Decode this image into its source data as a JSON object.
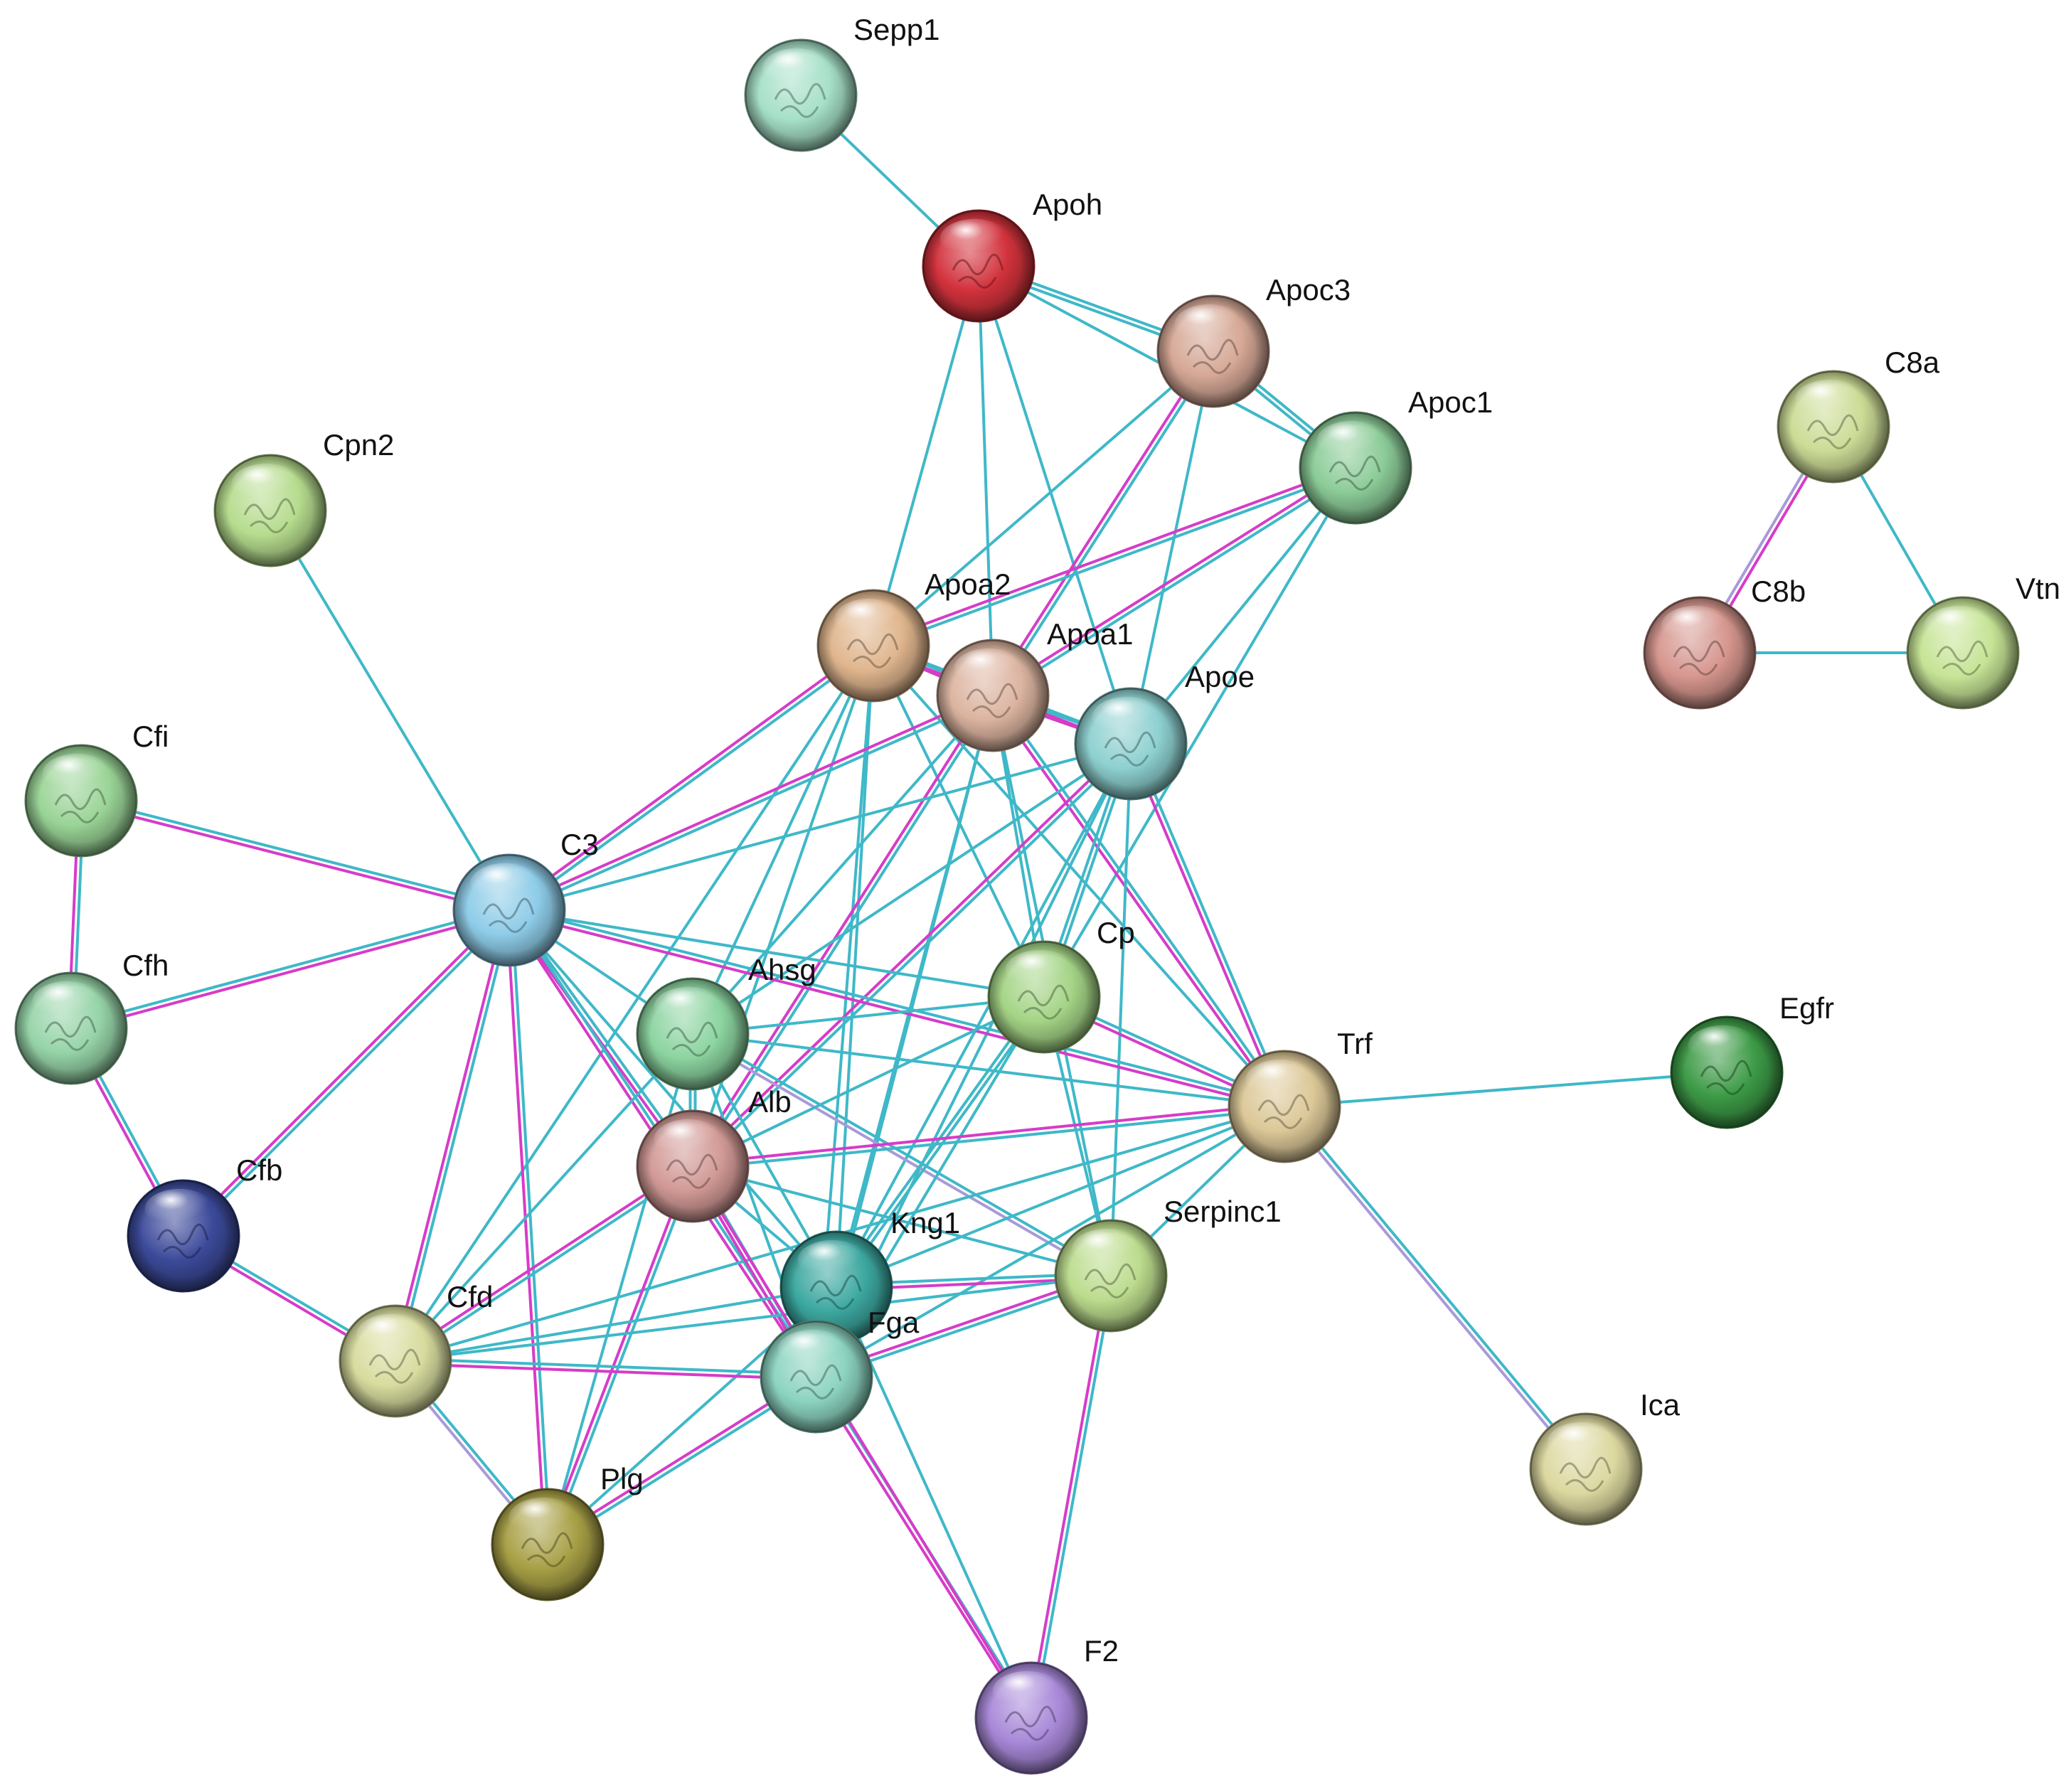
{
  "network": {
    "nodes": [
      {
        "id": "Sepp1",
        "label": "Sepp1",
        "color": "#a6e0c8",
        "icon": "protein-structure-icon"
      },
      {
        "id": "Apoh",
        "label": "Apoh",
        "color": "#d2323c",
        "icon": "protein-structure-icon"
      },
      {
        "id": "Apoc3",
        "label": "Apoc3",
        "color": "#d6a896",
        "icon": "protein-structure-icon"
      },
      {
        "id": "Apoc1",
        "label": "Apoc1",
        "color": "#8ccc98",
        "icon": "protein-structure-icon"
      },
      {
        "id": "Cpn2",
        "label": "Cpn2",
        "color": "#b6dc8e",
        "icon": "protein-structure-icon"
      },
      {
        "id": "Apoa2",
        "label": "Apoa2",
        "color": "#e0b68e",
        "icon": "protein-structure-icon"
      },
      {
        "id": "Apoa1",
        "label": "Apoa1",
        "color": "#dcb4a0",
        "icon": "protein-structure-icon"
      },
      {
        "id": "Apoe",
        "label": "Apoe",
        "color": "#8ed0d0",
        "icon": "protein-structure-icon"
      },
      {
        "id": "C8a",
        "label": "C8a",
        "color": "#ccdc96",
        "icon": "protein-structure-icon"
      },
      {
        "id": "C8b",
        "label": "C8b",
        "color": "#d6968e",
        "icon": "protein-structure-icon"
      },
      {
        "id": "Vtn",
        "label": "Vtn",
        "color": "#c6e496",
        "icon": "protein-structure-icon"
      },
      {
        "id": "Cfi",
        "label": "Cfi",
        "color": "#9ad496",
        "icon": "protein-structure-icon"
      },
      {
        "id": "C3",
        "label": "C3",
        "color": "#8ecce8",
        "icon": "protein-structure-icon"
      },
      {
        "id": "Cfh",
        "label": "Cfh",
        "color": "#96d4a8",
        "icon": "protein-structure-icon"
      },
      {
        "id": "Ahsg",
        "label": "Ahsg",
        "color": "#8cd4a0",
        "icon": "protein-structure-icon"
      },
      {
        "id": "Cp",
        "label": "Cp",
        "color": "#a4d486",
        "icon": "protein-structure-icon"
      },
      {
        "id": "Trf",
        "label": "Trf",
        "color": "#dcc898",
        "icon": "protein-structure-icon"
      },
      {
        "id": "Egfr",
        "label": "Egfr",
        "color": "#3c9a46",
        "icon": "protein-structure-icon"
      },
      {
        "id": "Alb",
        "label": "Alb",
        "color": "#d29a96",
        "icon": "protein-structure-icon"
      },
      {
        "id": "Cfb",
        "label": "Cfb",
        "color": "#3c4a9a",
        "icon": "protein-structure-icon"
      },
      {
        "id": "Kng1",
        "label": "Kng1",
        "color": "#3ca8a0",
        "icon": "protein-structure-icon"
      },
      {
        "id": "Serpinc1",
        "label": "Serpinc1",
        "color": "#bcdc8e",
        "icon": "protein-structure-icon"
      },
      {
        "id": "Cfd",
        "label": "Cfd",
        "color": "#d8dc9e",
        "icon": "protein-structure-icon"
      },
      {
        "id": "Fga",
        "label": "Fga",
        "color": "#8cd4c0",
        "icon": "protein-structure-icon"
      },
      {
        "id": "Ica",
        "label": "Ica",
        "color": "#dcd8a0",
        "icon": "protein-structure-icon"
      },
      {
        "id": "Plg",
        "label": "Plg",
        "color": "#a8a046",
        "icon": "protein-structure-icon"
      },
      {
        "id": "F2",
        "label": "F2",
        "color": "#a888d8",
        "icon": "protein-structure-icon"
      }
    ],
    "edges": [
      {
        "source": "Sepp1",
        "target": "Apoh",
        "types": [
          "cyan"
        ]
      },
      {
        "source": "Apoh",
        "target": "Apoc3",
        "types": [
          "cyan",
          "cyan"
        ]
      },
      {
        "source": "Apoh",
        "target": "Apoc1",
        "types": [
          "cyan"
        ]
      },
      {
        "source": "Apoh",
        "target": "Apoa2",
        "types": [
          "cyan"
        ]
      },
      {
        "source": "Apoh",
        "target": "Apoa1",
        "types": [
          "cyan"
        ]
      },
      {
        "source": "Apoh",
        "target": "Apoe",
        "types": [
          "cyan"
        ]
      },
      {
        "source": "Apoc3",
        "target": "Apoc1",
        "types": [
          "cyan",
          "cyan"
        ]
      },
      {
        "source": "Apoc3",
        "target": "Apoa2",
        "types": [
          "cyan"
        ]
      },
      {
        "source": "Apoc3",
        "target": "Apoa1",
        "types": [
          "cyan",
          "magenta"
        ]
      },
      {
        "source": "Apoc3",
        "target": "Apoe",
        "types": [
          "cyan"
        ]
      },
      {
        "source": "Apoc1",
        "target": "Apoa2",
        "types": [
          "cyan",
          "magenta"
        ]
      },
      {
        "source": "Apoc1",
        "target": "Apoa1",
        "types": [
          "cyan",
          "magenta"
        ]
      },
      {
        "source": "Apoc1",
        "target": "Apoe",
        "types": [
          "cyan"
        ]
      },
      {
        "source": "Apoc1",
        "target": "Cp",
        "types": [
          "cyan"
        ]
      },
      {
        "source": "Apoa2",
        "target": "Apoa1",
        "types": [
          "cyan",
          "magenta"
        ]
      },
      {
        "source": "Apoa2",
        "target": "Apoe",
        "types": [
          "cyan",
          "magenta"
        ]
      },
      {
        "source": "Apoa2",
        "target": "C3",
        "types": [
          "cyan",
          "magenta"
        ]
      },
      {
        "source": "Apoa2",
        "target": "Ahsg",
        "types": [
          "cyan"
        ]
      },
      {
        "source": "Apoa2",
        "target": "Alb",
        "types": [
          "cyan"
        ]
      },
      {
        "source": "Apoa2",
        "target": "Cp",
        "types": [
          "cyan"
        ]
      },
      {
        "source": "Apoa2",
        "target": "Trf",
        "types": [
          "cyan"
        ]
      },
      {
        "source": "Apoa2",
        "target": "Kng1",
        "types": [
          "cyan"
        ]
      },
      {
        "source": "Apoa2",
        "target": "Fga",
        "types": [
          "cyan"
        ]
      },
      {
        "source": "Apoa2",
        "target": "Cfd",
        "types": [
          "cyan"
        ]
      },
      {
        "source": "Apoa1",
        "target": "Apoe",
        "types": [
          "cyan",
          "magenta"
        ]
      },
      {
        "source": "Apoa1",
        "target": "C3",
        "types": [
          "cyan",
          "magenta"
        ]
      },
      {
        "source": "Apoa1",
        "target": "Ahsg",
        "types": [
          "cyan"
        ]
      },
      {
        "source": "Apoa1",
        "target": "Alb",
        "types": [
          "cyan",
          "magenta"
        ]
      },
      {
        "source": "Apoa1",
        "target": "Cp",
        "types": [
          "cyan"
        ]
      },
      {
        "source": "Apoa1",
        "target": "Trf",
        "types": [
          "cyan",
          "magenta"
        ]
      },
      {
        "source": "Apoa1",
        "target": "Kng1",
        "types": [
          "cyan"
        ]
      },
      {
        "source": "Apoa1",
        "target": "Serpinc1",
        "types": [
          "cyan"
        ]
      },
      {
        "source": "Apoa1",
        "target": "Fga",
        "types": [
          "cyan"
        ]
      },
      {
        "source": "Apoe",
        "target": "C3",
        "types": [
          "cyan"
        ]
      },
      {
        "source": "Apoe",
        "target": "Ahsg",
        "types": [
          "cyan"
        ]
      },
      {
        "source": "Apoe",
        "target": "Alb",
        "types": [
          "cyan",
          "magenta"
        ]
      },
      {
        "source": "Apoe",
        "target": "Cp",
        "types": [
          "cyan",
          "cyan"
        ]
      },
      {
        "source": "Apoe",
        "target": "Trf",
        "types": [
          "cyan",
          "magenta"
        ]
      },
      {
        "source": "Apoe",
        "target": "Kng1",
        "types": [
          "cyan"
        ]
      },
      {
        "source": "Apoe",
        "target": "Serpinc1",
        "types": [
          "cyan"
        ]
      },
      {
        "source": "Apoe",
        "target": "Fga",
        "types": [
          "cyan"
        ]
      },
      {
        "source": "C8a",
        "target": "C8b",
        "types": [
          "magenta",
          "lavender"
        ]
      },
      {
        "source": "C8a",
        "target": "Vtn",
        "types": [
          "cyan"
        ]
      },
      {
        "source": "C8b",
        "target": "Vtn",
        "types": [
          "cyan"
        ]
      },
      {
        "source": "Cpn2",
        "target": "C3",
        "types": [
          "cyan"
        ]
      },
      {
        "source": "Cfi",
        "target": "C3",
        "types": [
          "cyan",
          "magenta"
        ]
      },
      {
        "source": "Cfi",
        "target": "Cfh",
        "types": [
          "cyan",
          "magenta"
        ]
      },
      {
        "source": "Cfh",
        "target": "C3",
        "types": [
          "cyan",
          "magenta"
        ]
      },
      {
        "source": "Cfh",
        "target": "Cfb",
        "types": [
          "cyan",
          "magenta"
        ]
      },
      {
        "source": "C3",
        "target": "Cfb",
        "types": [
          "cyan",
          "magenta"
        ]
      },
      {
        "source": "C3",
        "target": "Cfd",
        "types": [
          "cyan",
          "magenta"
        ]
      },
      {
        "source": "C3",
        "target": "Plg",
        "types": [
          "cyan",
          "magenta"
        ]
      },
      {
        "source": "C3",
        "target": "Ahsg",
        "types": [
          "cyan"
        ]
      },
      {
        "source": "C3",
        "target": "Alb",
        "types": [
          "cyan",
          "magenta"
        ]
      },
      {
        "source": "C3",
        "target": "Trf",
        "types": [
          "cyan",
          "magenta"
        ]
      },
      {
        "source": "C3",
        "target": "Kng1",
        "types": [
          "cyan"
        ]
      },
      {
        "source": "C3",
        "target": "Fga",
        "types": [
          "cyan",
          "magenta"
        ]
      },
      {
        "source": "C3",
        "target": "Cp",
        "types": [
          "cyan"
        ]
      },
      {
        "source": "Cfb",
        "target": "Cfd",
        "types": [
          "cyan",
          "magenta"
        ]
      },
      {
        "source": "Ahsg",
        "target": "Alb",
        "types": [
          "cyan",
          "cyan"
        ]
      },
      {
        "source": "Ahsg",
        "target": "Cp",
        "types": [
          "cyan"
        ]
      },
      {
        "source": "Ahsg",
        "target": "Trf",
        "types": [
          "cyan"
        ]
      },
      {
        "source": "Ahsg",
        "target": "Kng1",
        "types": [
          "cyan"
        ]
      },
      {
        "source": "Ahsg",
        "target": "Serpinc1",
        "types": [
          "cyan",
          "lavender"
        ]
      },
      {
        "source": "Ahsg",
        "target": "Fga",
        "types": [
          "cyan"
        ]
      },
      {
        "source": "Ahsg",
        "target": "Cfd",
        "types": [
          "cyan"
        ]
      },
      {
        "source": "Ahsg",
        "target": "Plg",
        "types": [
          "cyan"
        ]
      },
      {
        "source": "Cp",
        "target": "Trf",
        "types": [
          "cyan",
          "magenta"
        ]
      },
      {
        "source": "Cp",
        "target": "Alb",
        "types": [
          "cyan"
        ]
      },
      {
        "source": "Cp",
        "target": "Kng1",
        "types": [
          "cyan",
          "cyan"
        ]
      },
      {
        "source": "Cp",
        "target": "Serpinc1",
        "types": [
          "cyan"
        ]
      },
      {
        "source": "Cp",
        "target": "Fga",
        "types": [
          "cyan"
        ]
      },
      {
        "source": "Trf",
        "target": "Egfr",
        "types": [
          "cyan"
        ]
      },
      {
        "source": "Trf",
        "target": "Ica",
        "types": [
          "cyan",
          "lavender"
        ]
      },
      {
        "source": "Trf",
        "target": "Alb",
        "types": [
          "cyan",
          "magenta"
        ]
      },
      {
        "source": "Trf",
        "target": "Kng1",
        "types": [
          "cyan"
        ]
      },
      {
        "source": "Trf",
        "target": "Serpinc1",
        "types": [
          "cyan"
        ]
      },
      {
        "source": "Trf",
        "target": "Fga",
        "types": [
          "cyan"
        ]
      },
      {
        "source": "Trf",
        "target": "Cfd",
        "types": [
          "cyan"
        ]
      },
      {
        "source": "Alb",
        "target": "Kng1",
        "types": [
          "cyan"
        ]
      },
      {
        "source": "Alb",
        "target": "Serpinc1",
        "types": [
          "cyan"
        ]
      },
      {
        "source": "Alb",
        "target": "Fga",
        "types": [
          "cyan",
          "magenta"
        ]
      },
      {
        "source": "Alb",
        "target": "Cfd",
        "types": [
          "cyan",
          "magenta"
        ]
      },
      {
        "source": "Alb",
        "target": "Plg",
        "types": [
          "cyan",
          "magenta"
        ]
      },
      {
        "source": "Kng1",
        "target": "Serpinc1",
        "types": [
          "cyan",
          "magenta"
        ]
      },
      {
        "source": "Kng1",
        "target": "F2",
        "types": [
          "cyan"
        ]
      },
      {
        "source": "Kng1",
        "target": "Plg",
        "types": [
          "cyan"
        ]
      },
      {
        "source": "Kng1",
        "target": "Cfd",
        "types": [
          "cyan"
        ]
      },
      {
        "source": "Serpinc1",
        "target": "F2",
        "types": [
          "cyan",
          "magenta"
        ]
      },
      {
        "source": "Serpinc1",
        "target": "Fga",
        "types": [
          "cyan",
          "magenta"
        ]
      },
      {
        "source": "Serpinc1",
        "target": "Cfd",
        "types": [
          "cyan"
        ]
      },
      {
        "source": "Cfd",
        "target": "Fga",
        "types": [
          "cyan",
          "magenta"
        ]
      },
      {
        "source": "Cfd",
        "target": "Plg",
        "types": [
          "cyan",
          "lavender"
        ]
      },
      {
        "source": "Fga",
        "target": "Plg",
        "types": [
          "cyan",
          "magenta"
        ]
      },
      {
        "source": "Fga",
        "target": "F2",
        "types": [
          "cyan",
          "magenta"
        ]
      },
      {
        "source": "Alb",
        "target": "F2",
        "types": [
          "magenta"
        ]
      }
    ],
    "edge_colors": {
      "cyan": "#3fb8c8",
      "magenta": "#d63cc8",
      "lavender": "#a99ad8"
    }
  }
}
